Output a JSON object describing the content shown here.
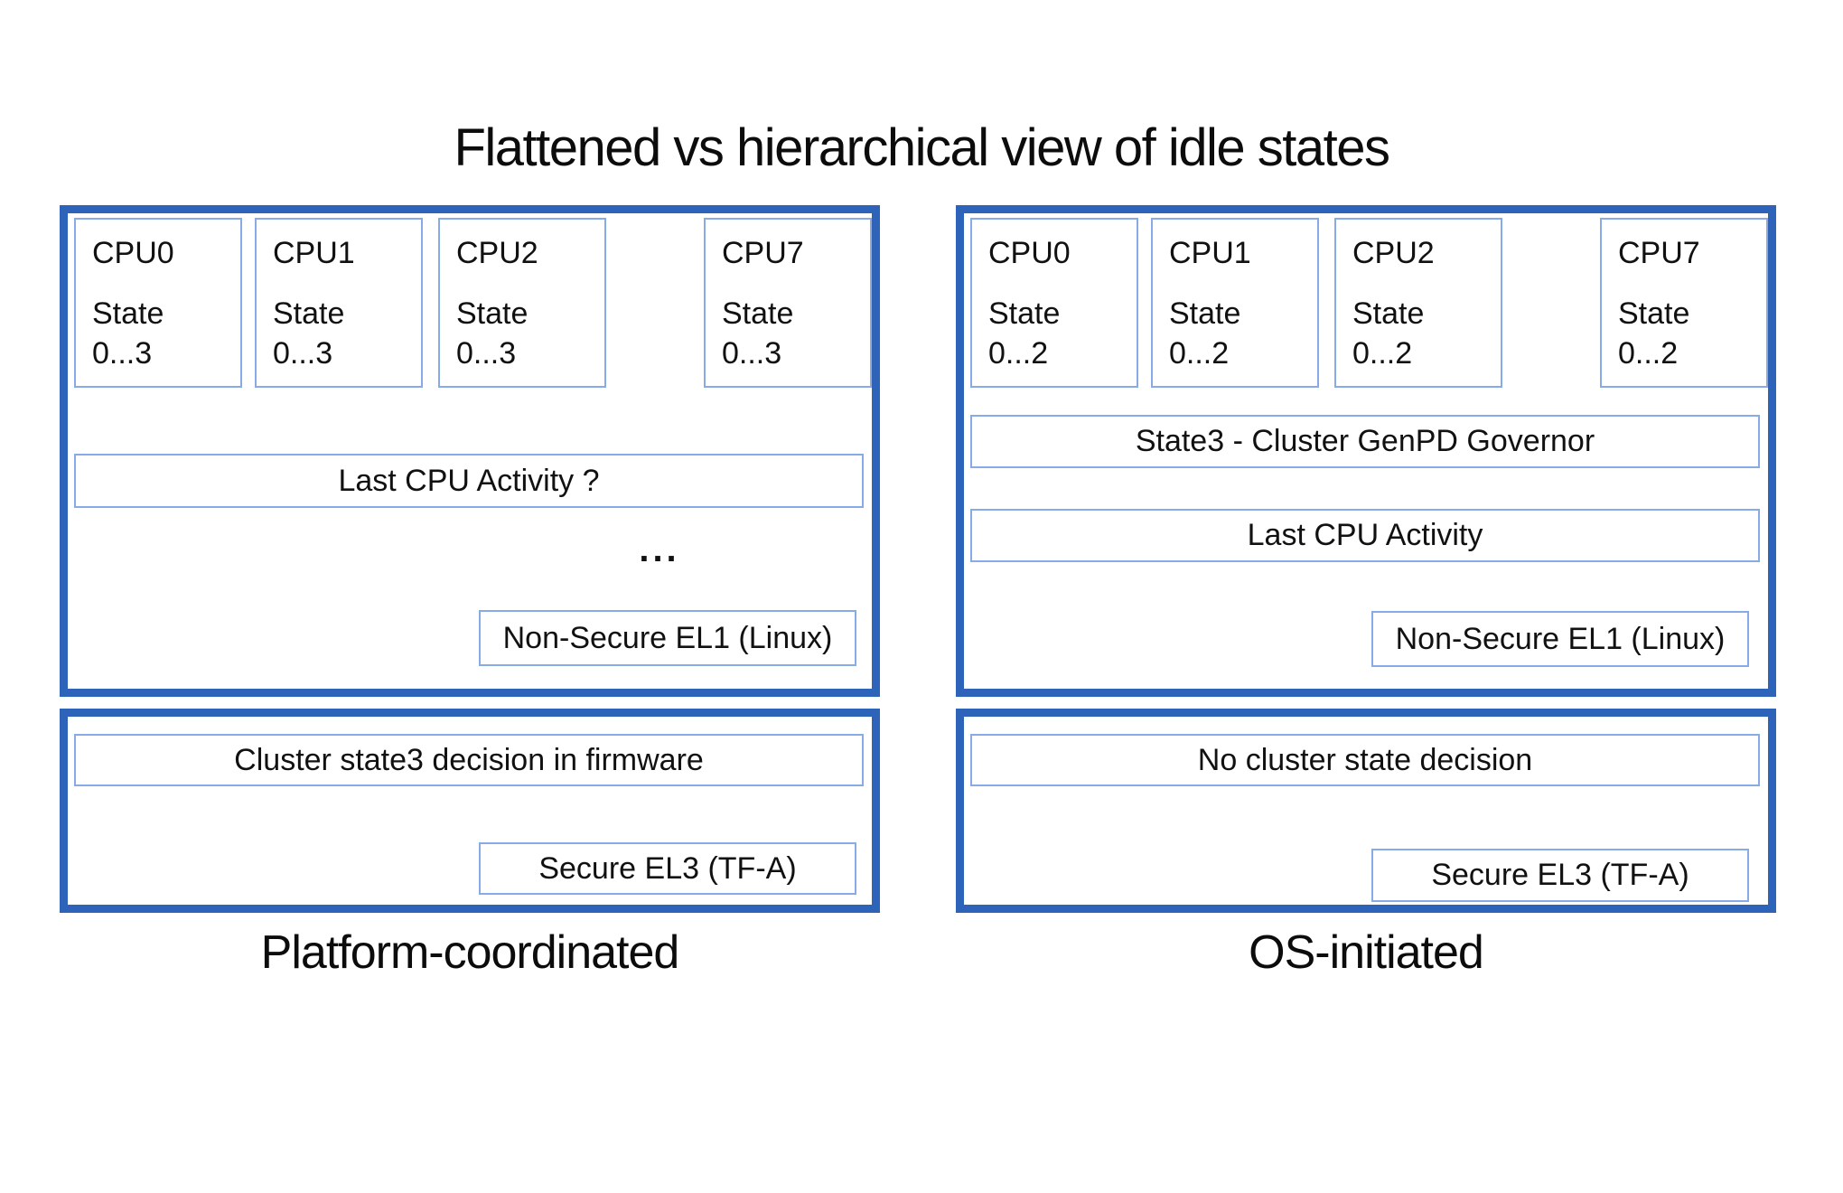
{
  "title": "Flattened vs hierarchical view of idle states",
  "colors": {
    "panel_border": "#2d63b8",
    "box_border": "#86abe8",
    "text": "#111111",
    "background": "#ffffff"
  },
  "panels": {
    "platform": {
      "caption": "Platform-coordinated",
      "ellipsis": "...",
      "cpus": [
        {
          "name": "CPU0",
          "state_label": "State",
          "state_range": "0...3"
        },
        {
          "name": "CPU1",
          "state_label": "State",
          "state_range": "0...3"
        },
        {
          "name": "CPU2",
          "state_label": "State",
          "state_range": "0...3"
        },
        {
          "name": "CPU7",
          "state_label": "State",
          "state_range": "0...3"
        }
      ],
      "last_activity": "Last CPU Activity ?",
      "nonsecure": "Non-Secure EL1 (Linux)",
      "firmware_decision": "Cluster state3 decision in firmware",
      "secure": "Secure EL3 (TF-A)"
    },
    "os": {
      "caption": "OS-initiated",
      "ellipsis": "...",
      "cpus": [
        {
          "name": "CPU0",
          "state_label": "State",
          "state_range": "0...2"
        },
        {
          "name": "CPU1",
          "state_label": "State",
          "state_range": "0...2"
        },
        {
          "name": "CPU2",
          "state_label": "State",
          "state_range": "0...2"
        },
        {
          "name": "CPU7",
          "state_label": "State",
          "state_range": "0...2"
        }
      ],
      "governor": "State3 - Cluster GenPD Governor",
      "last_activity": "Last CPU Activity",
      "nonsecure": "Non-Secure EL1 (Linux)",
      "firmware_decision": "No cluster state decision",
      "secure": "Secure EL3 (TF-A)"
    }
  }
}
